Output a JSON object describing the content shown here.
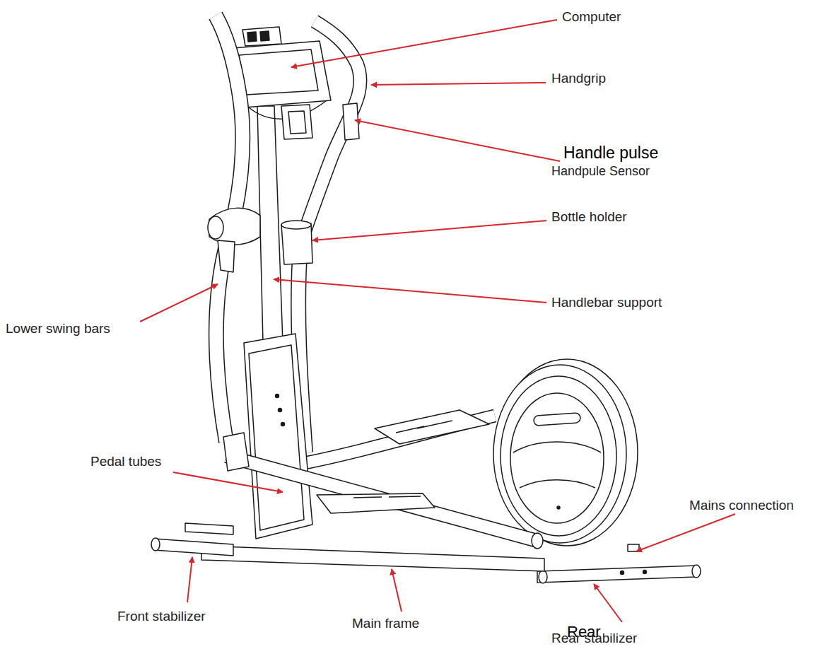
{
  "diagram": {
    "labels": [
      "Computer",
      "Handgrip",
      "Handle pulse",
      "Handpule Sensor",
      "Bottle holder",
      "Handlebar support",
      "Lower swing bars",
      "Pedal tubes",
      "Mains connection",
      "Front stabilizer",
      "Main frame",
      "Rear",
      "Rear stabilizer"
    ]
  }
}
